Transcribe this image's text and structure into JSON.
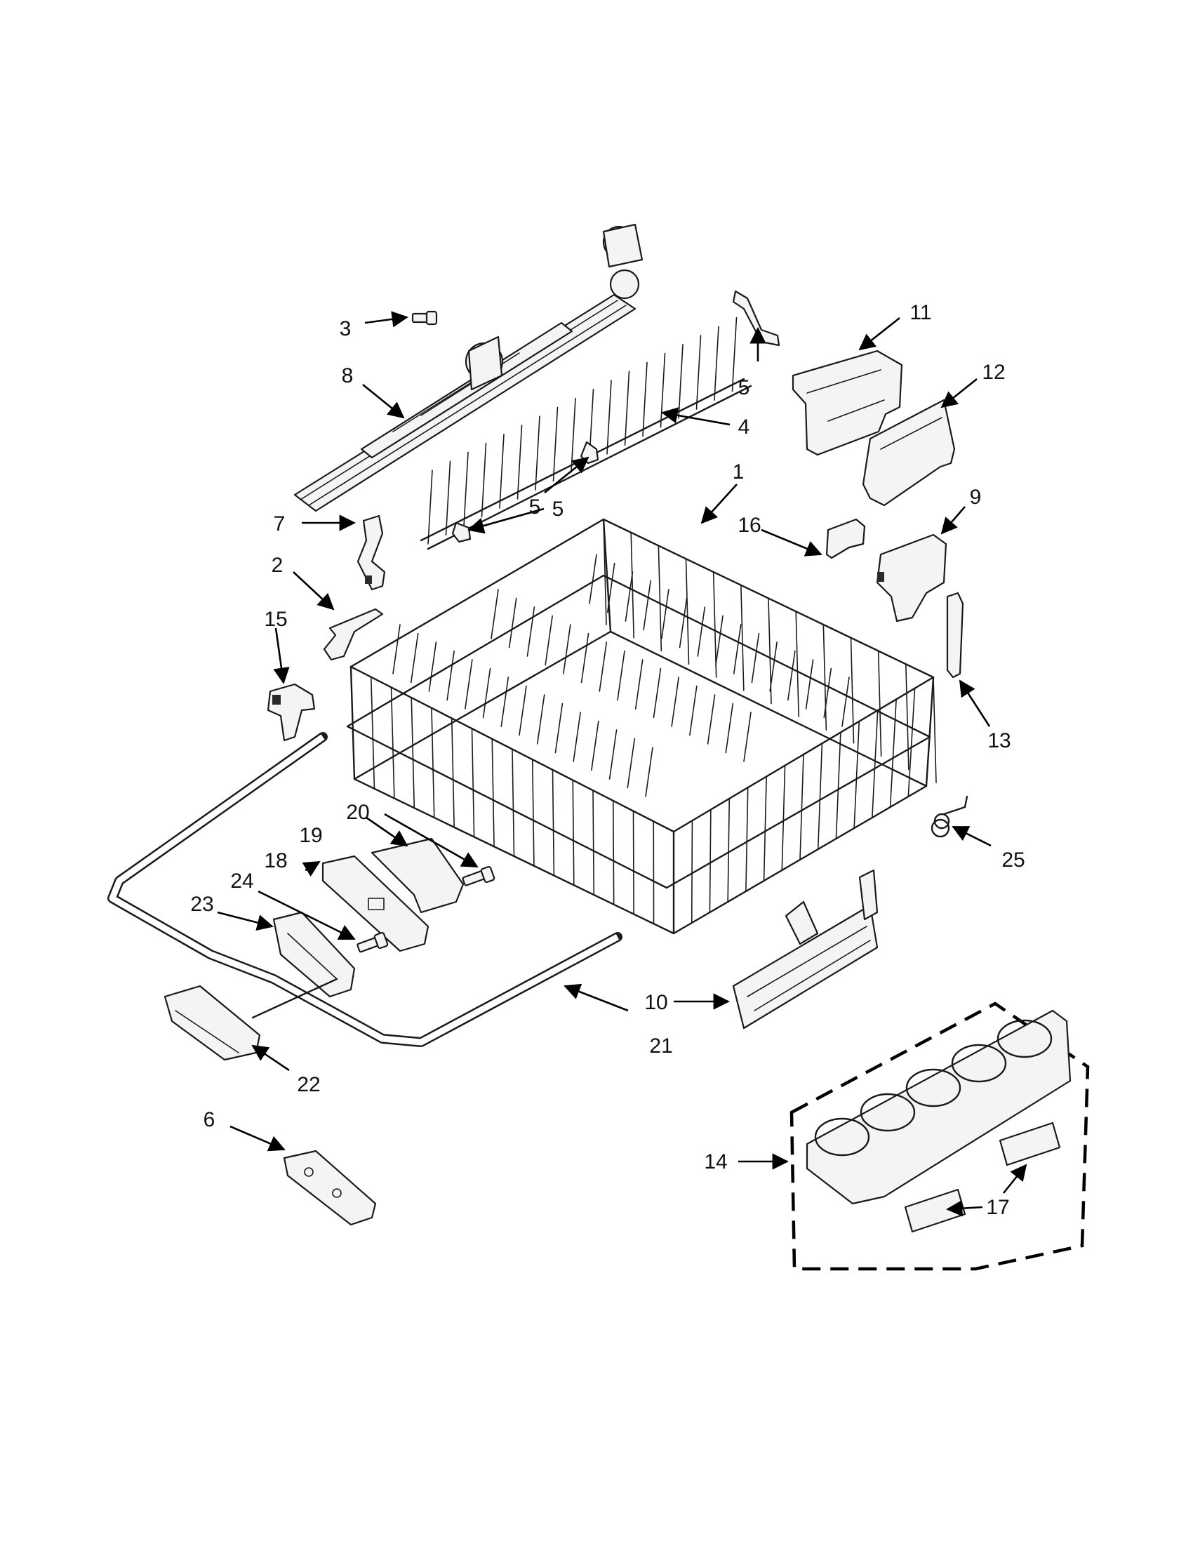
{
  "diagram": {
    "callouts": [
      {
        "id": "c1",
        "text": "1"
      },
      {
        "id": "c2",
        "text": "2"
      },
      {
        "id": "c3",
        "text": "3"
      },
      {
        "id": "c4",
        "text": "4"
      },
      {
        "id": "c5a",
        "text": "5"
      },
      {
        "id": "c5b",
        "text": "5"
      },
      {
        "id": "c5c",
        "text": "5"
      },
      {
        "id": "c6",
        "text": "6"
      },
      {
        "id": "c7",
        "text": "7"
      },
      {
        "id": "c8",
        "text": "8"
      },
      {
        "id": "c9",
        "text": "9"
      },
      {
        "id": "c10",
        "text": "10"
      },
      {
        "id": "c11",
        "text": "11"
      },
      {
        "id": "c12",
        "text": "12"
      },
      {
        "id": "c13",
        "text": "13"
      },
      {
        "id": "c14",
        "text": "14"
      },
      {
        "id": "c15",
        "text": "15"
      },
      {
        "id": "c16",
        "text": "16"
      },
      {
        "id": "c17",
        "text": "17"
      },
      {
        "id": "c18",
        "text": "18"
      },
      {
        "id": "c19",
        "text": "19"
      },
      {
        "id": "c20",
        "text": "20"
      },
      {
        "id": "c21",
        "text": "21"
      },
      {
        "id": "c22",
        "text": "22"
      },
      {
        "id": "c23",
        "text": "23"
      },
      {
        "id": "c24",
        "text": "24"
      },
      {
        "id": "c25",
        "text": "25"
      }
    ],
    "colors": {
      "ink": "#111111",
      "paper": "#ffffff"
    }
  }
}
